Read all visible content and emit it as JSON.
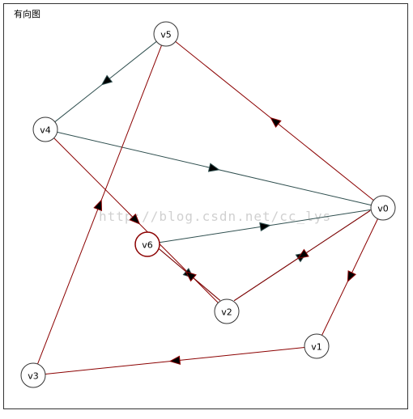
{
  "title": "有向图",
  "watermark": "http://blog.csdn.net/cc_lys",
  "colors": {
    "red_edge": "#8b0000",
    "gray_edge": "#2f4f4f",
    "node_border": "#333333",
    "highlight_border": "#8b0000"
  },
  "nodes": [
    {
      "id": "v0",
      "label": "v0"
    },
    {
      "id": "v1",
      "label": "v1"
    },
    {
      "id": "v2",
      "label": "v2"
    },
    {
      "id": "v3",
      "label": "v3"
    },
    {
      "id": "v4",
      "label": "v4"
    },
    {
      "id": "v5",
      "label": "v5"
    },
    {
      "id": "v6",
      "label": "v6",
      "highlight": true
    }
  ],
  "edges": [
    {
      "from": "v5",
      "to": "v4",
      "color": "gray"
    },
    {
      "from": "v0",
      "to": "v5",
      "color": "red"
    },
    {
      "from": "v4",
      "to": "v0",
      "color": "gray"
    },
    {
      "from": "v4",
      "to": "v2",
      "color": "red"
    },
    {
      "from": "v3",
      "to": "v5",
      "color": "red"
    },
    {
      "from": "v6",
      "to": "v0",
      "color": "gray"
    },
    {
      "from": "v6",
      "to": "v2",
      "color": "gray"
    },
    {
      "from": "v2",
      "to": "v6",
      "color": "red"
    },
    {
      "from": "v2",
      "to": "v0",
      "color": "gray"
    },
    {
      "from": "v0",
      "to": "v2",
      "color": "red"
    },
    {
      "from": "v0",
      "to": "v1",
      "color": "red"
    },
    {
      "from": "v1",
      "to": "v3",
      "color": "red"
    }
  ]
}
